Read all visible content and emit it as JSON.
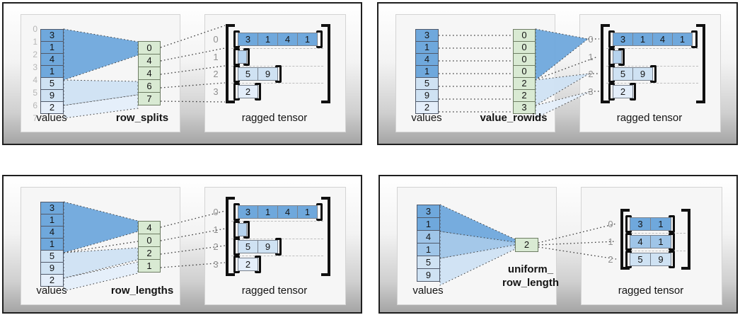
{
  "colors": {
    "cell_dark": "#6fa8dc",
    "cell_medium": "#9fc5e8",
    "cell_light": "#cfe2f3",
    "cell_faint": "#e4eefa",
    "cell_empty": "#b6d3ee",
    "encoder_green": "#d9ead3"
  },
  "panels": [
    {
      "name": "row_splits",
      "values_caption": "values",
      "encoder_caption": "row_splits",
      "tensor_caption": "ragged tensor",
      "values": [
        "3",
        "1",
        "4",
        "1",
        "5",
        "9",
        "2"
      ],
      "value_index_labels": [
        "0",
        "1",
        "2",
        "3",
        "4",
        "5",
        "6",
        "7"
      ],
      "encoder_cells": [
        "0",
        "4",
        "4",
        "6",
        "7"
      ],
      "tensor_row_labels": [
        "0",
        "1",
        "2",
        "3"
      ],
      "tensor_rows": [
        {
          "cells": [
            "3",
            "1",
            "4",
            "1"
          ]
        },
        {
          "cells": []
        },
        {
          "cells": [
            "5",
            "9"
          ]
        },
        {
          "cells": [
            "2"
          ]
        }
      ]
    },
    {
      "name": "value_rowids",
      "values_caption": "values",
      "encoder_caption": "value_rowids",
      "tensor_caption": "ragged tensor",
      "values": [
        "3",
        "1",
        "4",
        "1",
        "5",
        "9",
        "2"
      ],
      "encoder_cells": [
        "0",
        "0",
        "0",
        "0",
        "2",
        "2",
        "3"
      ],
      "tensor_row_labels": [
        "0",
        "1",
        "2",
        "3"
      ],
      "tensor_rows": [
        {
          "cells": [
            "3",
            "1",
            "4",
            "1"
          ]
        },
        {
          "cells": []
        },
        {
          "cells": [
            "5",
            "9"
          ]
        },
        {
          "cells": [
            "2"
          ]
        }
      ]
    },
    {
      "name": "row_lengths",
      "values_caption": "values",
      "encoder_caption": "row_lengths",
      "tensor_caption": "ragged tensor",
      "values": [
        "3",
        "1",
        "4",
        "1",
        "5",
        "9",
        "2"
      ],
      "encoder_cells": [
        "4",
        "0",
        "2",
        "1"
      ],
      "tensor_row_labels": [
        "0",
        "1",
        "2",
        "3"
      ],
      "tensor_rows": [
        {
          "cells": [
            "3",
            "1",
            "4",
            "1"
          ]
        },
        {
          "cells": []
        },
        {
          "cells": [
            "5",
            "9"
          ]
        },
        {
          "cells": [
            "2"
          ]
        }
      ]
    },
    {
      "name": "uniform_row_length",
      "values_caption": "values",
      "encoder_caption_lines": [
        "uniform_",
        "row_length"
      ],
      "tensor_caption": "ragged tensor",
      "values": [
        "3",
        "1",
        "4",
        "1",
        "5",
        "9"
      ],
      "encoder_cells": [
        "2"
      ],
      "tensor_row_labels": [
        "0",
        "1",
        "2"
      ],
      "tensor_rows": [
        {
          "cells": [
            "3",
            "1"
          ]
        },
        {
          "cells": [
            "4",
            "1"
          ]
        },
        {
          "cells": [
            "5",
            "9"
          ]
        }
      ]
    }
  ]
}
